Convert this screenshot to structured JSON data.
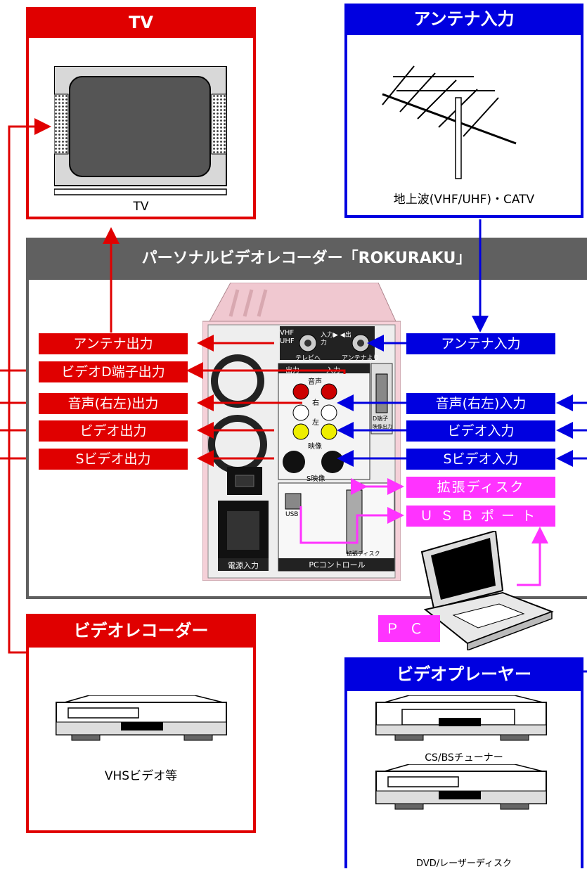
{
  "tv": {
    "header": "TV",
    "caption": "TV"
  },
  "antenna": {
    "header": "アンテナ入力",
    "caption": "地上波(VHF/UHF)・CATV"
  },
  "recorder": {
    "header": "パーソナルビデオレコーダー「ROKURAKU」",
    "panel": {
      "vhf_uhf": "VHF UHF",
      "input_output": "入力▶ ◀出力",
      "to_tv": "テレビへ",
      "from_antenna": "アンテナより",
      "out": "出力",
      "in": "入力",
      "audio": "音声",
      "right": "右",
      "left": "左",
      "video": "映像",
      "s_video": "S映像",
      "d_terminal": "D端子",
      "d_out": "映像出力",
      "usb": "USB",
      "expansion": "拡張ディスク",
      "pc_control": "PCコントロール",
      "power_in": "電源入力"
    }
  },
  "outputs": [
    "アンテナ出力",
    "ビデオD端子出力",
    "音声(右左)出力",
    "ビデオ出力",
    "Sビデオ出力"
  ],
  "inputs": [
    "アンテナ入力",
    "音声(右左)入力",
    "ビデオ入力",
    "Sビデオ入力"
  ],
  "pc_ports": [
    "拡張ディスク",
    "ＵＳＢポート"
  ],
  "pc": {
    "label": "ＰＣ"
  },
  "video_recorder": {
    "header": "ビデオレコーダー",
    "caption": "VHSビデオ等"
  },
  "video_player": {
    "header": "ビデオプレーヤー",
    "caption1": "CS/BSチューナー",
    "caption2": "DVD/レーザーディスク"
  },
  "colors": {
    "red": "#e00000",
    "blue": "#0000e0",
    "magenta": "#ff33ff",
    "gray": "#606060",
    "pink": "#f0c8d0"
  }
}
